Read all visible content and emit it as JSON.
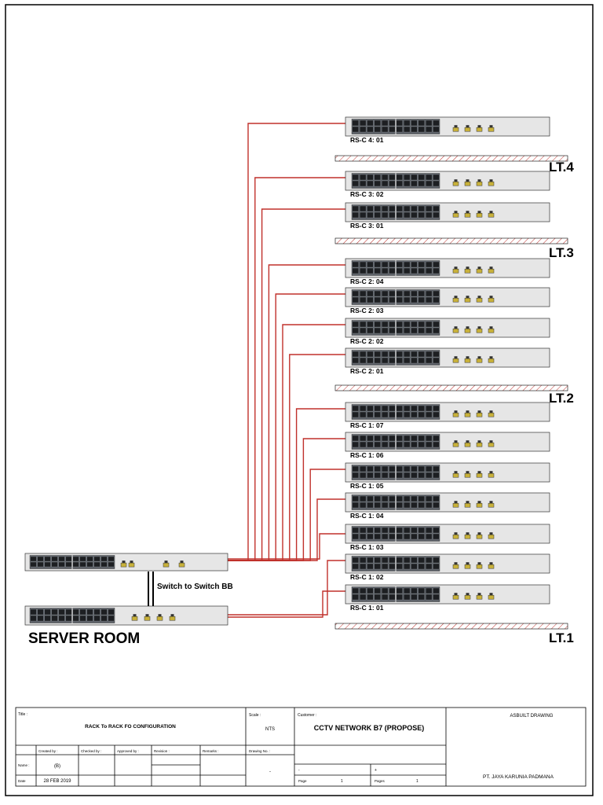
{
  "switch_labels": [
    "RS-C 4: 01",
    "RS-C 3: 02",
    "RS-C 3: 01",
    "RS-C 2: 04",
    "RS-C 2: 03",
    "RS-C 2: 02",
    "RS-C 2: 01",
    "RS-C 1: 07",
    "RS-C 1: 06",
    "RS-C 1: 05",
    "RS-C 1: 04",
    "RS-C 1: 03",
    "RS-C 1: 02",
    "RS-C 1: 01"
  ],
  "floors": [
    "LT.4",
    "LT.3",
    "LT.2",
    "LT.1"
  ],
  "server_room_label": "SERVER ROOM",
  "backbone_label": "Switch to Switch BB",
  "colors": {
    "cable": "#c0302b",
    "frame": "#000000",
    "switch_body": "#e6e6e6",
    "slab_hatch": "#c0302b"
  },
  "title_block": {
    "title_caption": "Title :",
    "title": "RACK To RACK FO CONFIGURATION",
    "scale_caption": "Scale :",
    "scale": "NTS",
    "customer_caption": "Customer :",
    "customer": "CCTV NETWORK B7 (PROPOSE)",
    "drawing_type": "ASBUILT DRAWING",
    "created_by_caption": "Created by :",
    "checked_by_caption": "Checked by :",
    "approved_by_caption": "Approved by :",
    "revision_caption": "Revision :",
    "remarks_caption": "Remarks :",
    "drawing_no_caption": "Drawing No. :",
    "name_caption": "Name :",
    "name_value": "(B)",
    "date_caption": "Date",
    "date_value": "28 FEB 2019",
    "drawing_no_dash": "-",
    "mark_left": "-",
    "mark_right": "+",
    "page_caption": "Page",
    "page_value": "1",
    "pages_caption": "Pages",
    "pages_value": "1",
    "company": "PT. JAYA KARUNIA PADMANA"
  }
}
